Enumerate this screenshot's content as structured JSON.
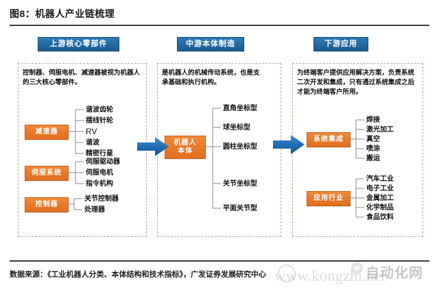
{
  "figure": {
    "title": "图8：机器人产业链梳理",
    "source": "数据来源：《工业机器人分类、本体结构和技术指标》，广发证券发展研究中心"
  },
  "watermark": {
    "brand": "自动化网",
    "ghost": "www.kongzhi.net",
    "icon": "wechat-icon"
  },
  "sections": [
    {
      "key": "upstream",
      "header": "上游核心零部件",
      "description": "控制器、伺服电机、减速器被视为机器人的三大核心零部件。",
      "nodes": [
        {
          "label": "减速器",
          "items": [
            "谐波齿轮",
            "摆线针轮",
            "RV",
            "谐波",
            "精密行星"
          ]
        },
        {
          "label": "伺服系统",
          "items": [
            "伺服驱动器",
            "伺服电机",
            "指令机构"
          ]
        },
        {
          "label": "控制器",
          "items": [
            "关节控制器",
            "处理器"
          ]
        }
      ]
    },
    {
      "key": "midstream",
      "header": "中游本体制造",
      "description": "是机器人的机械传动系统，也是支承基础和执行机构。",
      "nodes": [
        {
          "label": "机器人本体",
          "label_line1": "机器人",
          "label_line2": "本体",
          "items": [
            "直角坐标型",
            "球坐标型",
            "圆柱坐标型",
            "关节坐标型",
            "平面关节型"
          ]
        }
      ]
    },
    {
      "key": "downstream",
      "header": "下游应用",
      "description": "为终端客户提供应用解决方案，负责系统二次开发和集成，只有通过系统集成之后才能为终端客户所用。",
      "nodes": [
        {
          "label": "系统集成",
          "items": [
            "焊接",
            "激光加工",
            "真空",
            "喷涂",
            "搬运"
          ]
        },
        {
          "label": "应用行业",
          "items": [
            "汽车工业",
            "电子工业",
            "金属加工",
            "化学制品",
            "食品饮料"
          ]
        }
      ]
    }
  ],
  "arrows": [
    {
      "name": "arrow-upstream-to-midstream",
      "direction": "right"
    },
    {
      "name": "arrow-midstream-to-downstream",
      "direction": "right"
    }
  ],
  "colors": {
    "header_blue": "#23689f",
    "node_orange": "#e8782a",
    "arrow_blue": "#1f6eb5",
    "dashed_border": "#b9a98e",
    "rule": "#3a3a3a"
  }
}
